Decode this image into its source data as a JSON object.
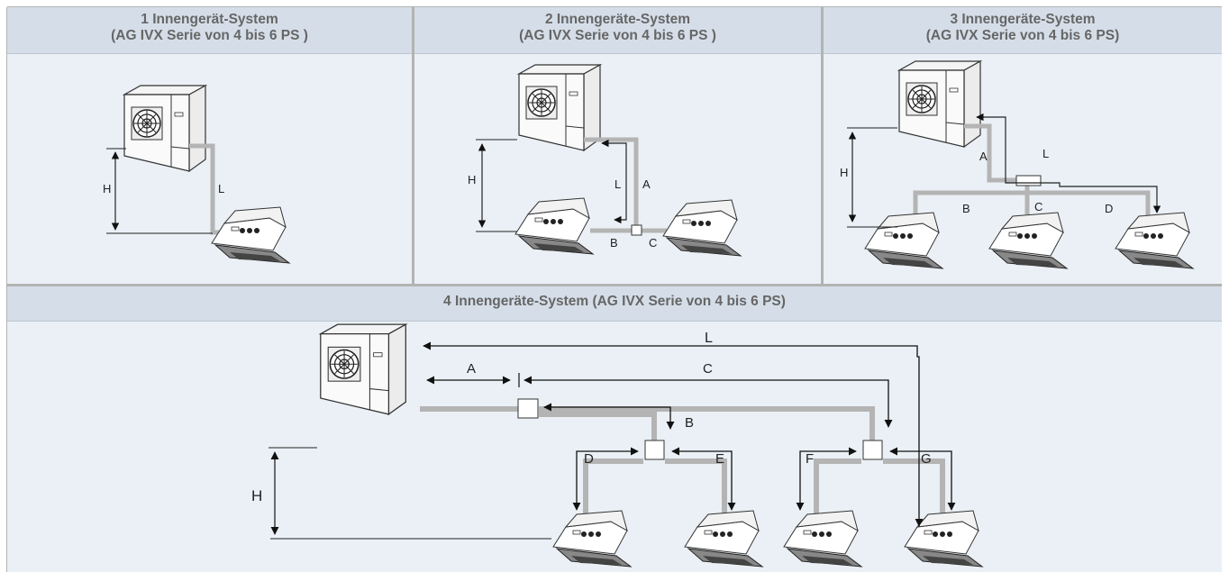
{
  "panels": [
    {
      "title_line1": "1 Innengerät-System",
      "title_line2": "(AG IVX Serie von 4 bis 6 PS )",
      "labels": {
        "h": "H",
        "l": "L"
      }
    },
    {
      "title_line1": "2 Innengeräte-System",
      "title_line2": "(AG IVX Serie von 4 bis 6 PS )",
      "labels": {
        "h": "H",
        "l": "L",
        "a": "A",
        "b": "B",
        "c": "C"
      }
    },
    {
      "title_line1": "3 Innengeräte-System",
      "title_line2": "(AG IVX Serie von 4 bis 6 PS)",
      "labels": {
        "h": "H",
        "l": "L",
        "a": "A",
        "b": "B",
        "c": "C",
        "d": "D"
      }
    },
    {
      "title_line1": "4 Innengeräte-System (AG IVX Serie von 4 bis 6 PS)",
      "labels": {
        "h": "H",
        "l": "L",
        "a": "A",
        "b": "B",
        "c": "C",
        "d": "D",
        "e": "E",
        "f": "F",
        "g": "G"
      }
    }
  ],
  "colors": {
    "panel_bg": "#eaf0f5",
    "header_bg": "#d5dee8",
    "header_text": "#666666",
    "divider": "#b3b3b3",
    "pipe": "#b4b4b4",
    "line": "#222222"
  }
}
